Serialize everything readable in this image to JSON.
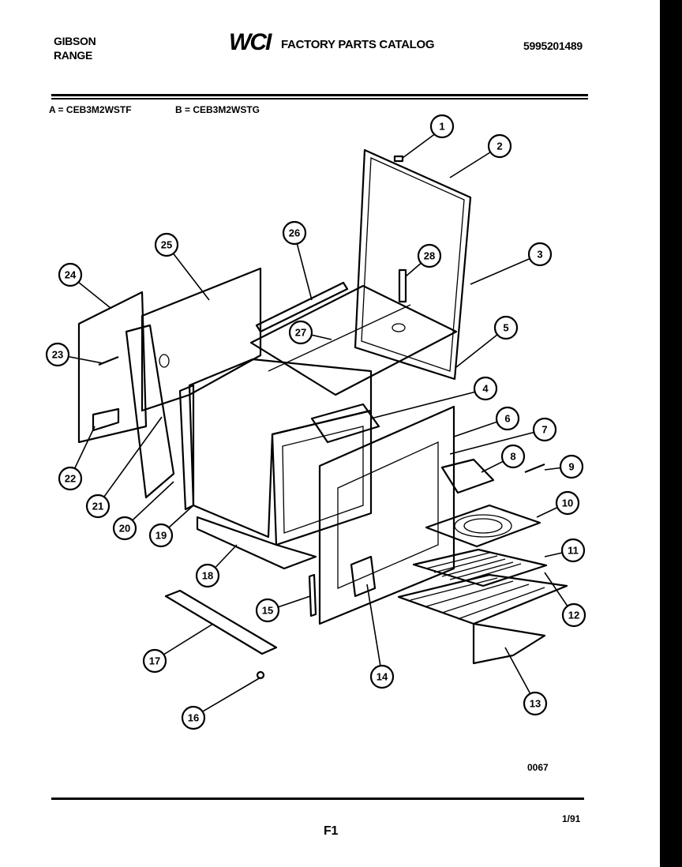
{
  "header": {
    "brand_line1": "GIBSON",
    "brand_line2": "RANGE",
    "logo_text": "WCI",
    "catalog_title": "FACTORY PARTS CATALOG",
    "catalog_number": "5995201489"
  },
  "models": {
    "a": "A = CEB3M2WSTF",
    "b": "B = CEB3M2WSTG"
  },
  "diagram": {
    "callouts": [
      "1",
      "2",
      "3",
      "4",
      "5",
      "6",
      "7",
      "8",
      "9",
      "10",
      "11",
      "12",
      "13",
      "14",
      "15",
      "16",
      "17",
      "18",
      "19",
      "20",
      "21",
      "22",
      "23",
      "24",
      "25",
      "26",
      "27",
      "28"
    ],
    "drawing_code": "0067"
  },
  "footer": {
    "date": "1/91",
    "page": "F1"
  }
}
